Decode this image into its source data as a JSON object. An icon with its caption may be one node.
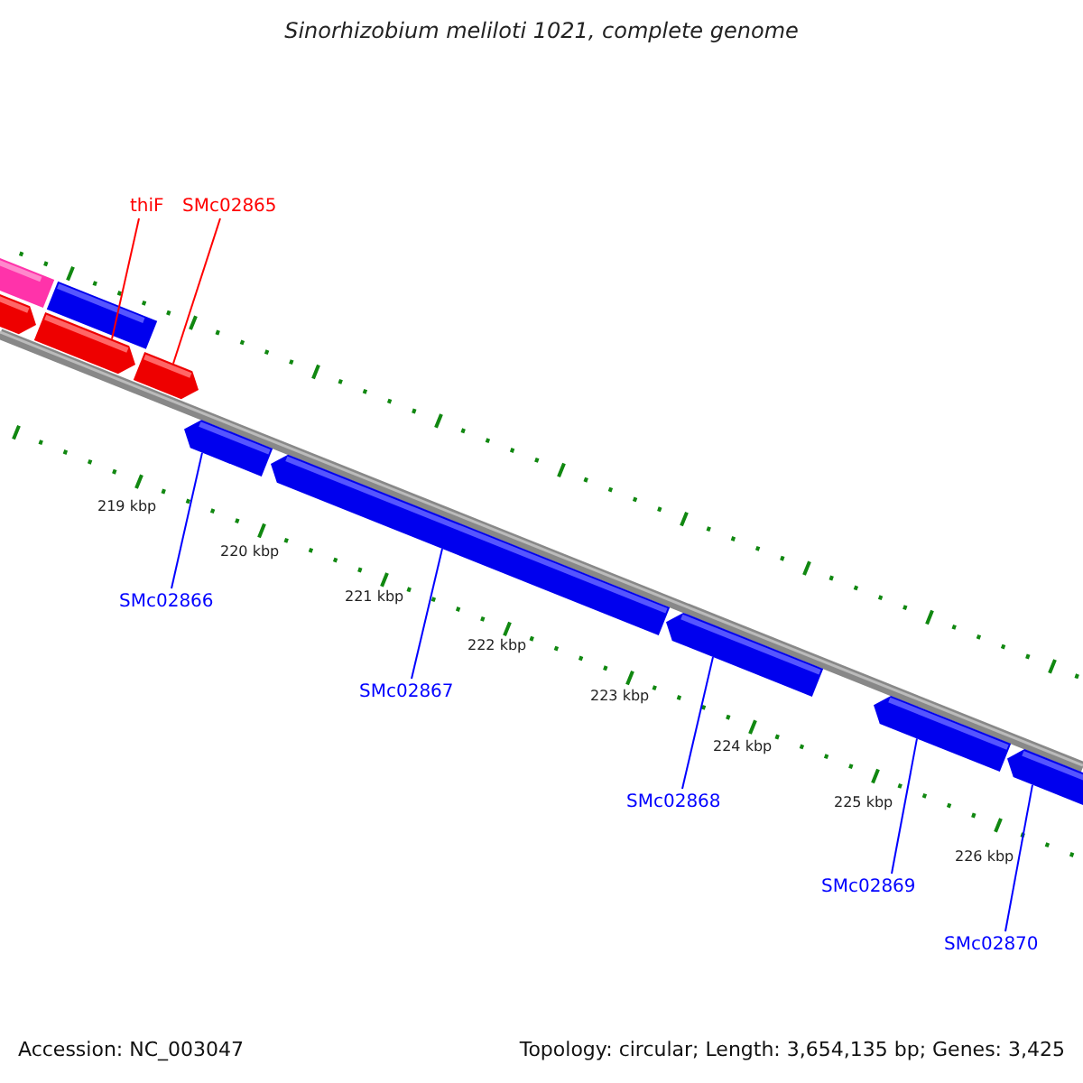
{
  "diagram": {
    "title": "Sinorhizobium meliloti 1021, complete genome",
    "nodes": [
      {
        "text": [
          "thiF"
        ]
      },
      {
        "text": [
          "SMc02865"
        ]
      },
      {
        "text": [
          "SMc02866"
        ]
      },
      {
        "text": [
          "SMc02867"
        ]
      },
      {
        "text": [
          "SMc02868"
        ]
      },
      {
        "text": [
          "SMc02869"
        ]
      },
      {
        "text": [
          "SMc02870"
        ]
      },
      {
        "text": [],
        "shape": "bar"
      },
      {
        "text": [],
        "shape": "bar"
      },
      {
        "text": [],
        "shape": "bar"
      },
      {
        "text": [],
        "shape": "bar"
      },
      {
        "text": [],
        "shape": "bar"
      },
      {
        "text": [],
        "shape": "bar"
      },
      {
        "text": [],
        "shape": "bar"
      },
      {
        "text": [],
        "shape": "bar"
      },
      {
        "text": [],
        "shape": "bar"
      },
      {
        "text": [],
        "shape": "bar"
      }
    ],
    "edges": [
      {
        "from": 0,
        "to": 10,
        "arrow": "none",
        "color": "#ff0000"
      },
      {
        "from": 1,
        "to": 11,
        "arrow": "none",
        "color": "#ff0000"
      },
      {
        "from": 2,
        "to": 12,
        "arrow": "none"
      },
      {
        "from": 3,
        "to": 13,
        "arrow": "none"
      },
      {
        "from": 4,
        "to": 14,
        "arrow": "none"
      },
      {
        "from": 5,
        "to": 15,
        "arrow": "none"
      },
      {
        "from": 6,
        "to": 16,
        "arrow": "none"
      }
    ],
    "labels": [
      "219 kbp",
      "220 kbp",
      "221 kbp",
      "222 kbp",
      "223 kbp",
      "224 kbp",
      "225 kbp",
      "226 kbp",
      "Accession: NC_003047",
      "Topology: circular; Length: 3,654,135 bp; Genes: 3,425"
    ]
  }
}
